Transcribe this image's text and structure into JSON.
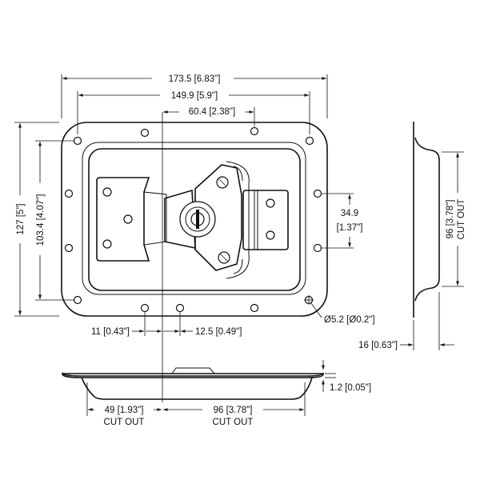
{
  "dimensions": {
    "overall_width": "173.5 [6.83\"]",
    "hole_span_width": "149.9 [5.9\"]",
    "top_hole_offset": "60.4 [2.38\"]",
    "overall_height": "127 [5\"]",
    "hole_span_height": "103.4 [4.07\"]",
    "side_hole_spacing_value": "34.9",
    "side_hole_spacing_inch": "[1.37\"]",
    "hole_diameter": "Ø5.2 [Ø0.2\"]",
    "left_offset": "11 [0.43\"]",
    "right_offset": "12.5 [0.49\"]",
    "cutout_height_value": "96 [3.78\"]",
    "cutout_height_label": "CUT OUT",
    "depth": "16 [0.63\"]",
    "flange_thickness": "1.2 [0.05\"]",
    "cutout_left_value": "49 [1.93\"]",
    "cutout_left_label": "CUT OUT",
    "cutout_right_value": "96 [3.78\"]",
    "cutout_right_label": "CUT OUT"
  }
}
